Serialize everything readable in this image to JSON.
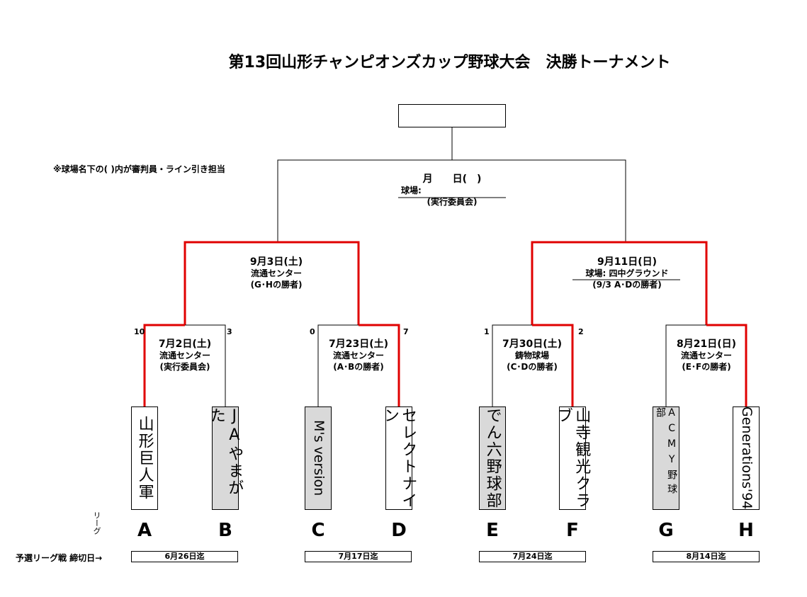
{
  "title": "第13回山形チャンピオンズカップ野球大会　決勝トーナメント",
  "note": "※球場名下の(  )内が審判員・ライン引き担当",
  "final": {
    "date": "月　　日(　)",
    "venue": "球場:",
    "referee": "(実行委員会)"
  },
  "semis": [
    {
      "date": "9月3日(土)",
      "venue": "流通センター",
      "referee": "(G･Hの勝者)"
    },
    {
      "date": "9月11日(日)",
      "venue": "球場: 四中グラウンド",
      "referee": "(9/3 A･Dの勝者)"
    }
  ],
  "quarters": [
    {
      "date": "7月2日(土)",
      "venue": "流通センター",
      "referee": "(実行委員会)",
      "score_left": "10",
      "score_right": "3"
    },
    {
      "date": "7月23日(土)",
      "venue": "流通センター",
      "referee": "(A･Bの勝者)",
      "score_left": "0",
      "score_right": "7"
    },
    {
      "date": "7月30日(土)",
      "venue": "鋳物球場",
      "referee": "(C･Dの勝者)",
      "score_left": "1",
      "score_right": "2"
    },
    {
      "date": "8月21日(日)",
      "venue": "流通センター",
      "referee": "(E･Fの勝者)",
      "score_left": "",
      "score_right": ""
    }
  ],
  "teams": [
    {
      "name": "山形巨人軍",
      "league": "A"
    },
    {
      "name": "JAやまがた",
      "league": "B"
    },
    {
      "name": "M's version",
      "league": "C"
    },
    {
      "name": "セレクトナイン",
      "league": "D"
    },
    {
      "name": "でん六野球部",
      "league": "E"
    },
    {
      "name": "山寺観光クラブ",
      "league": "F"
    },
    {
      "name": "ACMY野球部",
      "league": "G"
    },
    {
      "name": "Generations'94",
      "league": "H"
    }
  ],
  "league_label": "リーグ",
  "deadline_label": "予選リーグ戦 締切日→",
  "deadlines": [
    "6月26日迄",
    "7月17日迄",
    "7月24日迄",
    "8月14日迄"
  ],
  "colors": {
    "winner_line": "#e00000",
    "line": "#000000",
    "loser_fill": "#d9d9d9"
  }
}
